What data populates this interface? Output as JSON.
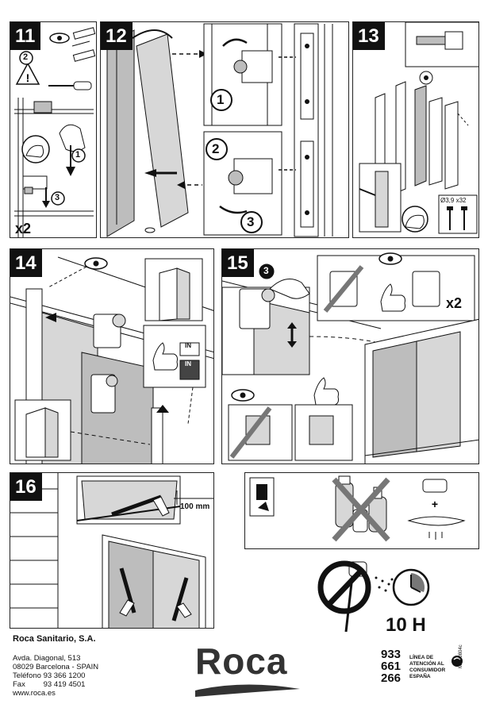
{
  "steps": {
    "s11": {
      "number": "11",
      "mult": "x2",
      "c1": "1",
      "c2": "2",
      "c3": "3"
    },
    "s12": {
      "number": "12",
      "c1": "1",
      "c2": "2",
      "c3": "3"
    },
    "s13": {
      "number": "13",
      "screw": "Ø3,9 x32"
    },
    "s14": {
      "number": "14",
      "tag1": "IN",
      "tag2": "IN"
    },
    "s15": {
      "number": "15",
      "mult": "x2",
      "c3": "3"
    },
    "s16": {
      "number": "16",
      "dim": "100 mm"
    },
    "cure": {
      "time": "10 H"
    }
  },
  "company": {
    "name": "Roca Sanitario, S.A.",
    "address1": "Avda. Diagonal, 513",
    "address2": "08029 Barcelona - SPAIN",
    "phone_label": "Teléfono",
    "phone": "93 366 1200",
    "fax_label": "Fax",
    "fax": "93 419 4501",
    "web": "www.roca.es",
    "logo": "Roca"
  },
  "helpline": {
    "digits1": "933",
    "digits2": "661",
    "digits3": "266",
    "line1": "LÍNEA DE",
    "line2": "ATENCIÓN AL",
    "line3": "CONSUMIDOR",
    "line4": "ESPAÑA"
  },
  "doc_code": "MTG0804c",
  "colors": {
    "ink": "#111111",
    "glass": "#bdbdbd",
    "panel_border": "#222222"
  }
}
